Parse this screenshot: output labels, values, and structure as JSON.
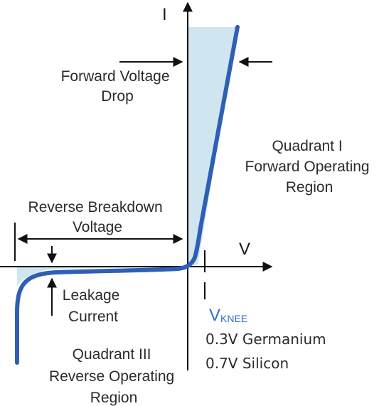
{
  "axes": {
    "x_label": "V",
    "y_label": "I"
  },
  "labels": {
    "forward_voltage_drop": [
      "Forward Voltage",
      "Drop"
    ],
    "quadrant_1": [
      "Quadrant I",
      "Forward Operating",
      "Region"
    ],
    "reverse_breakdown": [
      "Reverse Breakdown",
      "Voltage"
    ],
    "leakage_current": [
      "Leakage",
      "Current"
    ],
    "quadrant_3": [
      "Quadrant III",
      "Reverse Operating",
      "Region"
    ],
    "knee_main": "V",
    "knee_sub": "KNEE",
    "germanium": "0.3V Germanium",
    "silicon": "0.7V Silicon"
  },
  "colors": {
    "curve": "#2f5fb5",
    "shade": "#cfe6f0",
    "axis": "#111111",
    "knee_text": "#2f6fc0"
  }
}
